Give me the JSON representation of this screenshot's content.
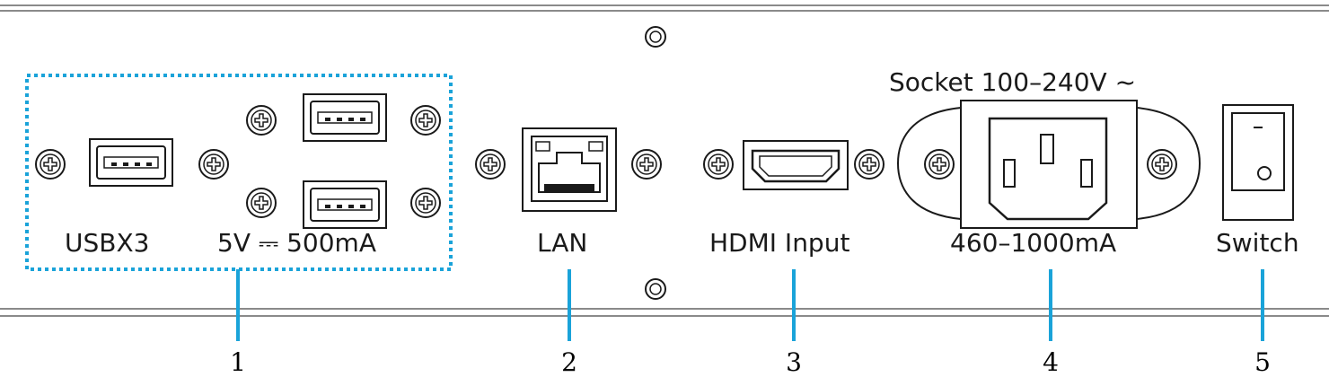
{
  "labels": {
    "usb": "USBX3",
    "usb_rating": "5V ⎓ 500mA",
    "lan": "LAN",
    "hdmi": "HDMI  Input",
    "socket": "Socket  100–240V ~",
    "current": "460–1000mA",
    "switch": "Switch"
  },
  "callouts": [
    "1",
    "2",
    "3",
    "4",
    "5"
  ],
  "colors": {
    "callout": "#1aa3d9",
    "outline": "#1a1a1a",
    "usb_group_border": "#1aa3d9"
  }
}
